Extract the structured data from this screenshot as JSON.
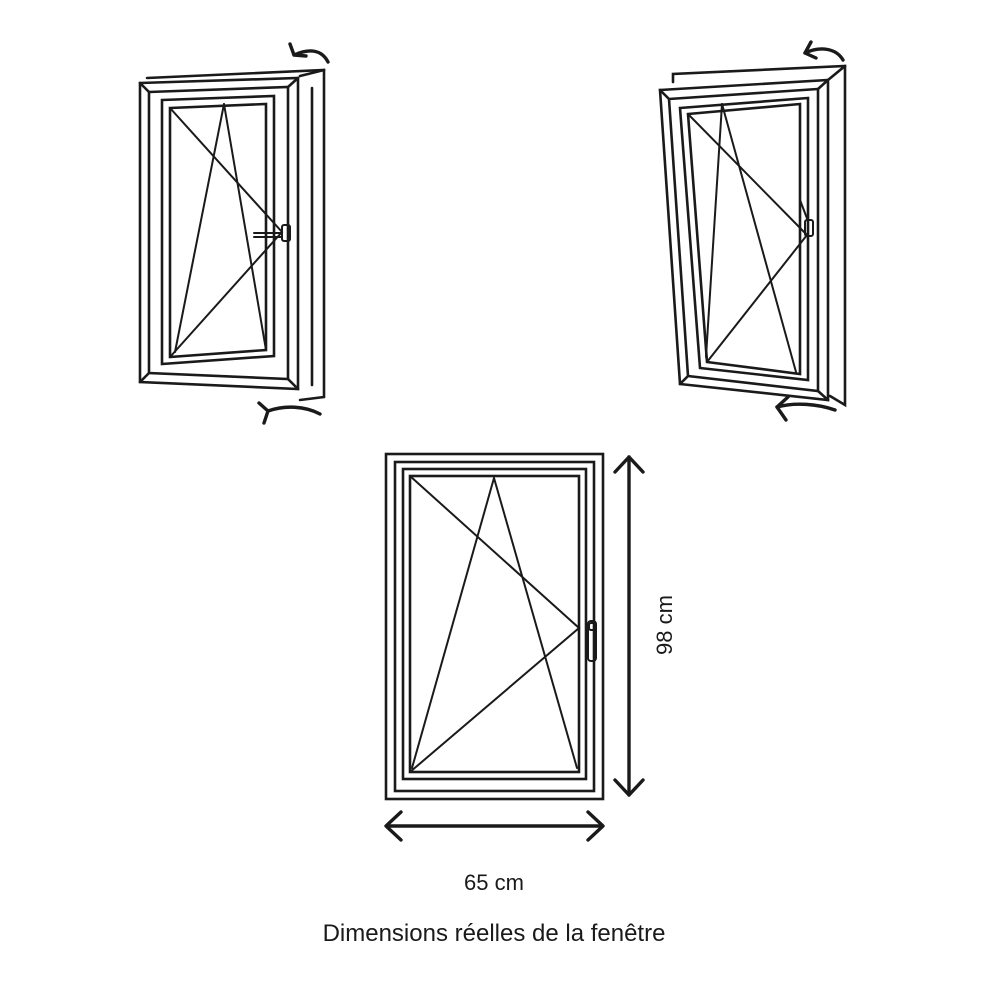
{
  "diagram": {
    "views": [
      {
        "name": "tilt-open-view",
        "opening": "tilt"
      },
      {
        "name": "turn-open-view",
        "opening": "turn"
      },
      {
        "name": "front-view",
        "opening": "closed"
      }
    ],
    "dimensions": {
      "height_label": "98 cm",
      "width_label": "65 cm"
    },
    "caption": "Dimensions réelles de la fenêtre",
    "colors": {
      "line": "#1a1a1a",
      "background": "#ffffff"
    },
    "icons": [
      "rotate-arrow-icon",
      "double-headed-arrow-icon",
      "window-handle-icon"
    ]
  }
}
